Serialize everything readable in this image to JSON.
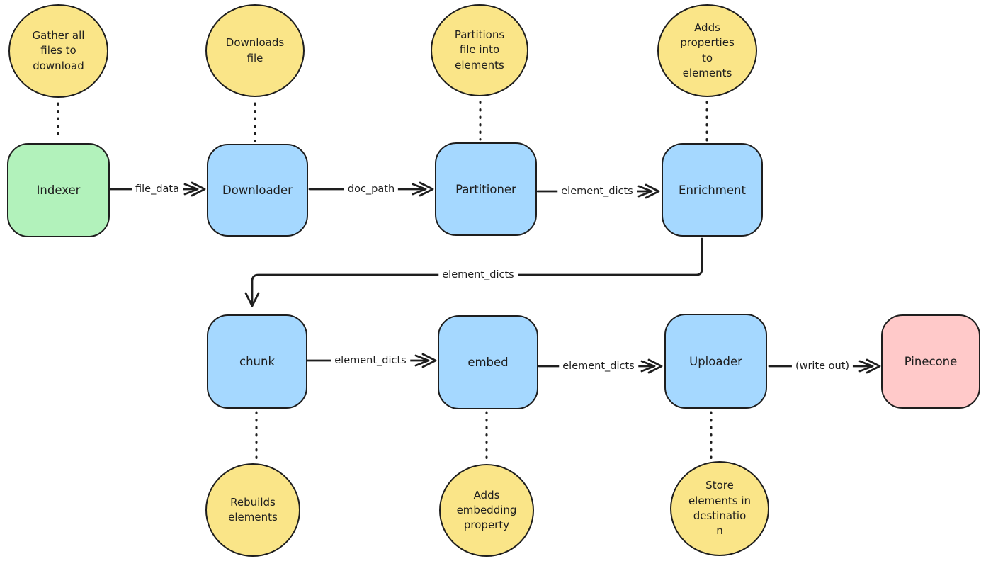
{
  "diagram": {
    "title_hint": "ingest pipeline flow",
    "colors": {
      "background": "#ffffff",
      "stroke": "#1e1e1e",
      "annotation_yellow": "#fae588",
      "source_green": "#b2f2bb",
      "step_blue": "#a5d8ff",
      "destination_pink": "#ffc9c9"
    },
    "nodes": {
      "indexer": {
        "label": "Indexer"
      },
      "downloader": {
        "label": "Downloader"
      },
      "partitioner": {
        "label": "Partitioner"
      },
      "enrichment": {
        "label": "Enrichment"
      },
      "chunk": {
        "label": "chunk"
      },
      "embed": {
        "label": "embed"
      },
      "uploader": {
        "label": "Uploader"
      },
      "pinecone": {
        "label": "Pinecone"
      }
    },
    "annotations": {
      "gather": {
        "label": "Gather all\nfiles to\ndownload"
      },
      "downloads": {
        "label": "Downloads\nfile"
      },
      "partitions": {
        "label": "Partitions\nfile into\nelements"
      },
      "adds_properties": {
        "label": "Adds\nproperties\nto\nelements"
      },
      "rebuilds": {
        "label": "Rebuilds\nelements"
      },
      "adds_embedding": {
        "label": "Adds\nembedding\nproperty"
      },
      "store": {
        "label": "Store\nelements in\ndestinatio\nn"
      }
    },
    "edges": {
      "file_data": {
        "label": "file_data"
      },
      "doc_path": {
        "label": "doc_path"
      },
      "element_dicts_1": {
        "label": "element_dicts"
      },
      "element_dicts_2": {
        "label": "element_dicts"
      },
      "element_dicts_3": {
        "label": "element_dicts"
      },
      "element_dicts_4": {
        "label": "element_dicts"
      },
      "write_out": {
        "label": "(write out)"
      }
    }
  }
}
